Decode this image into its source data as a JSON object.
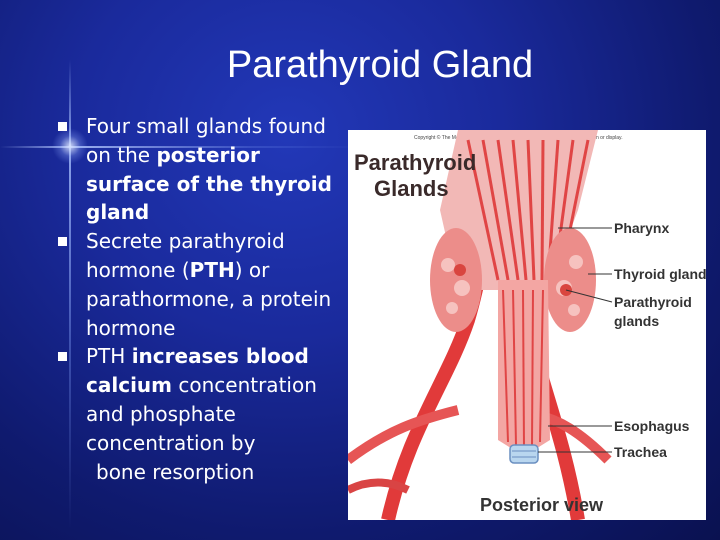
{
  "slide": {
    "title": "Parathyroid Gland",
    "bullets": [
      {
        "parts": [
          {
            "text": "Four small glands found on the ",
            "bold": false
          },
          {
            "text": "posterior surface of the thyroid gland",
            "bold": true
          }
        ]
      },
      {
        "parts": [
          {
            "text": "Secrete parathyroid hormone (",
            "bold": false
          },
          {
            "text": "PTH",
            "bold": true
          },
          {
            "text": ") or parathormone, a protein hormone",
            "bold": false
          }
        ]
      },
      {
        "parts": [
          {
            "text": "PTH ",
            "bold": false
          },
          {
            "text": "increases blood calcium",
            "bold": true
          },
          {
            "text": " concentration and phosphate concentration by",
            "bold": false
          }
        ]
      }
    ],
    "bullet_tail": "bone resorption"
  },
  "figure": {
    "copyright": "Copyright © The McGraw-Hill Companies, Inc. Permission required for reproduction or display.",
    "heading_line1": "Parathyroid",
    "heading_line2": "Glands",
    "labels": {
      "pharynx": "Pharynx",
      "thyroid": "Thyroid gland",
      "parathyroid_1": "Parathyroid",
      "parathyroid_2": "glands",
      "esophagus": "Esophagus",
      "trachea": "Trachea"
    },
    "caption": "Posterior view"
  },
  "colors": {
    "background": "#1a2a9c",
    "tissue": "#e8232d",
    "tissue_light": "#f0a6a6",
    "text": "#ffffff"
  }
}
